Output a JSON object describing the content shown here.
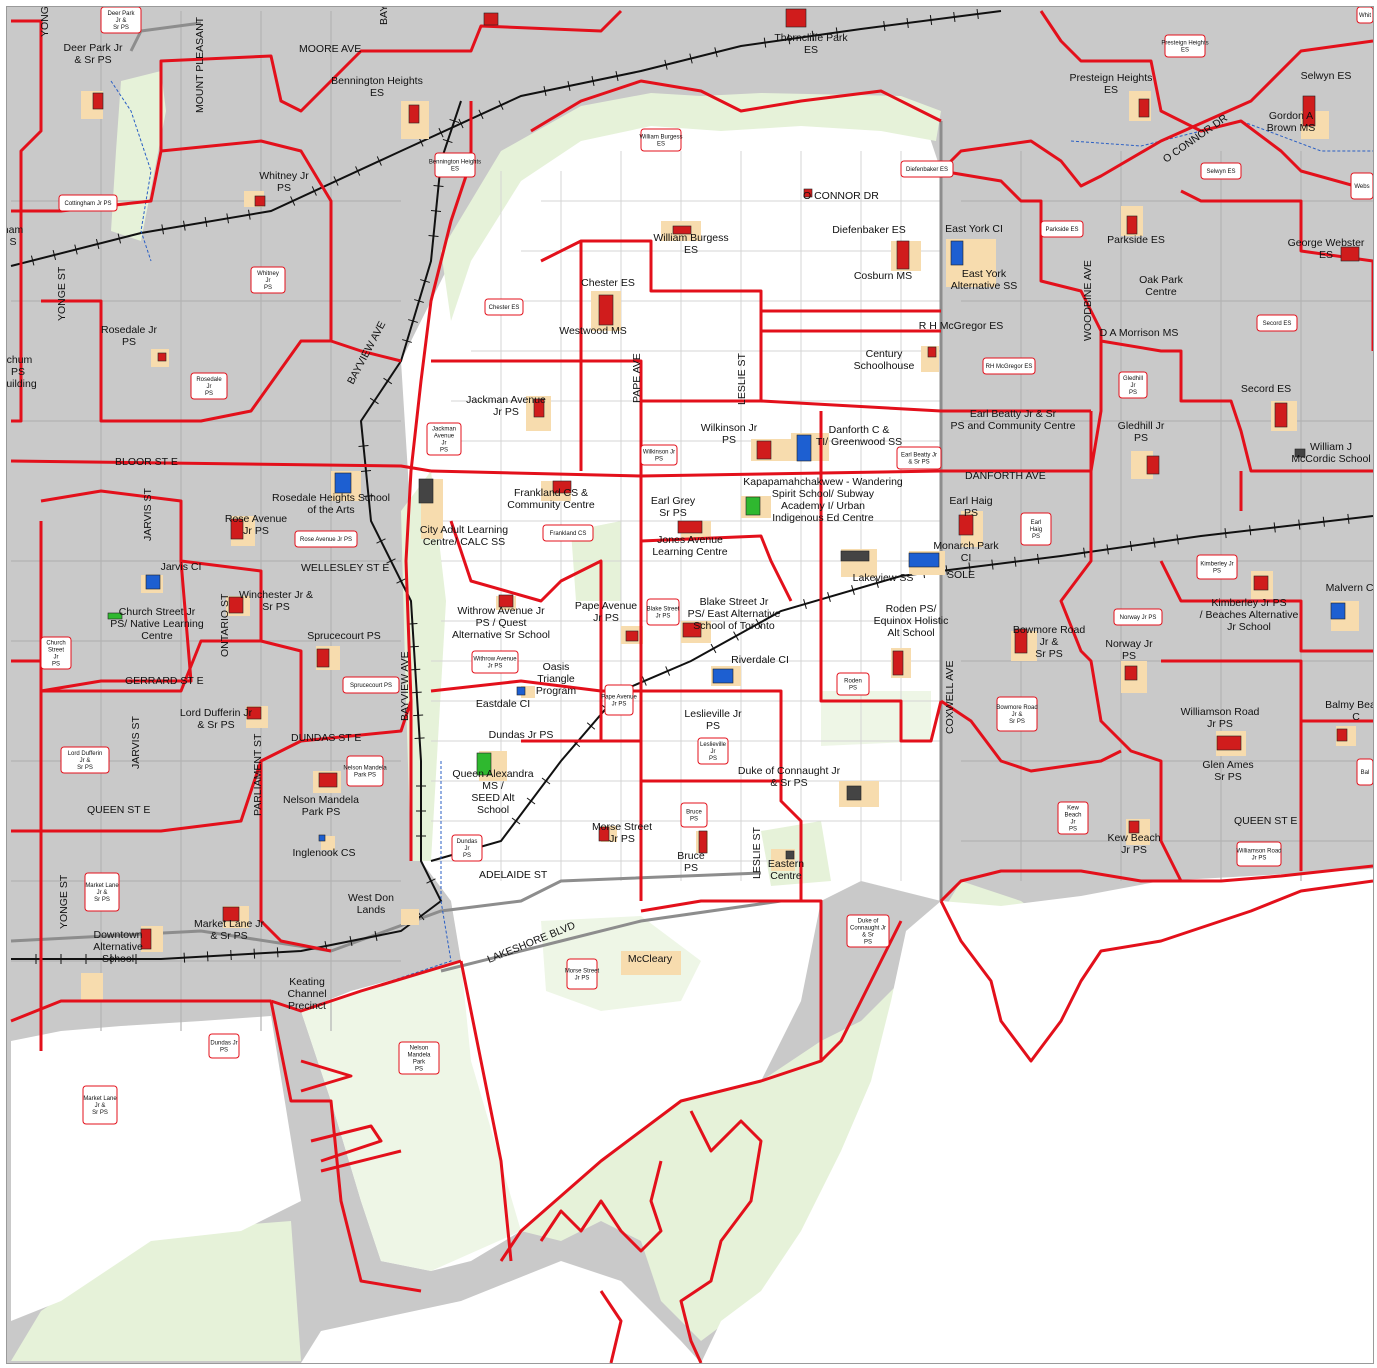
{
  "colors": {
    "outside": "#c9c9c9",
    "inside": "#ffffff",
    "park": "#e6f2d9",
    "park_dark": "#b9d6a3",
    "boundary": "#e3101b",
    "rail": "#111111",
    "water": "#ffffff",
    "school_site": "#f7dcae",
    "elementary": "#d01c1c",
    "secondary": "#1d5fd1",
    "alternative": "#2fb82f",
    "other": "#444444"
  },
  "streets": [
    {
      "text": "MOORE AVE"
    },
    {
      "text": "YONGE ST"
    },
    {
      "text": "YONGE ST"
    },
    {
      "text": "YONGE ST"
    },
    {
      "text": "MOUNT PLEASANT"
    },
    {
      "text": "BAYVIEW AVE"
    },
    {
      "text": "BAYVIEW AVE"
    },
    {
      "text": "BAY"
    },
    {
      "text": "BLOOR ST E"
    },
    {
      "text": "JARVIS ST"
    },
    {
      "text": "JARVIS ST"
    },
    {
      "text": "WELLESLEY ST E"
    },
    {
      "text": "ONTARIO ST"
    },
    {
      "text": "GERRARD ST E"
    },
    {
      "text": "PARLIAMENT ST"
    },
    {
      "text": "DUNDAS ST E"
    },
    {
      "text": "QUEEN ST E"
    },
    {
      "text": "ADELAIDE ST"
    },
    {
      "text": "LAKESHORE BLVD"
    },
    {
      "text": "O CONNOR DR"
    },
    {
      "text": "O CONNOR DR"
    },
    {
      "text": "PAPE AVE"
    },
    {
      "text": "LESLIE ST"
    },
    {
      "text": "LESLIE ST"
    },
    {
      "text": "DANFORTH AVE"
    },
    {
      "text": "WOODBINE AVE"
    },
    {
      "text": "COXWELL AVE"
    },
    {
      "text": "QUEEN ST E"
    },
    {
      "text": "SOLE"
    }
  ],
  "schools": [
    {
      "text": "Deer Park Jr & Sr PS"
    },
    {
      "text": "Thorncliffe Park ES"
    },
    {
      "text": "Bennington Heights ES"
    },
    {
      "text": "Whitney Jr PS"
    },
    {
      "text": "Rosedale Jr PS"
    },
    {
      "text": "Presteign Heights ES"
    },
    {
      "text": "Selwyn ES"
    },
    {
      "text": "Gordon A Brown MS"
    },
    {
      "text": "O CONNOR DR"
    },
    {
      "text": "William Burgess ES"
    },
    {
      "text": "Diefenbaker ES"
    },
    {
      "text": "Cosburn MS"
    },
    {
      "text": "East York CI"
    },
    {
      "text": "East York Alternative SS"
    },
    {
      "text": "Parkside ES"
    },
    {
      "text": "George Webster ES"
    },
    {
      "text": "Oak Park Centre"
    },
    {
      "text": "Chester ES"
    },
    {
      "text": "Westwood MS"
    },
    {
      "text": "R H McGregor ES"
    },
    {
      "text": "D A Morrison MS"
    },
    {
      "text": "Century Schoolhouse"
    },
    {
      "text": "Jackman Avenue Jr PS"
    },
    {
      "text": "Secord ES"
    },
    {
      "text": "Wilkinson Jr PS"
    },
    {
      "text": "Danforth C & TI/ Greenwood SS"
    },
    {
      "text": "Earl Beatty Jr & Sr PS and Community Centre"
    },
    {
      "text": "Gledhill Jr PS"
    },
    {
      "text": "William J McCordic School"
    },
    {
      "text": "Rosedale Heights School of the Arts"
    },
    {
      "text": "Frankland CS & Community Centre"
    },
    {
      "text": "Earl Grey Sr PS"
    },
    {
      "text": "Kapapamahchakwew - Wandering Spirit School/ Subway Academy I/ Urban Indigenous Ed Centre"
    },
    {
      "text": "Earl Haig PS"
    },
    {
      "text": "Rose Avenue Jr PS"
    },
    {
      "text": "City Adult Learning Centre/ CALC SS"
    },
    {
      "text": "Jones Avenue Learning Centre"
    },
    {
      "text": "Monarch Park CI"
    },
    {
      "text": "Lakeview SS"
    },
    {
      "text": "Jarvis CI"
    },
    {
      "text": "Winchester Jr & Sr PS"
    },
    {
      "text": "Church Street Jr PS/ Native Learning Centre"
    },
    {
      "text": "Withrow Avenue Jr PS / Quest Alternative Sr School"
    },
    {
      "text": "Pape Avenue Jr PS"
    },
    {
      "text": "Blake Street Jr PS/ East Alternative School of Toronto"
    },
    {
      "text": "Roden PS/ Equinox Holistic Alt School"
    },
    {
      "text": "Bowmore Road Jr & Sr PS"
    },
    {
      "text": "Norway Jr PS"
    },
    {
      "text": "Kimberley Jr PS / Beaches Alternative Jr School"
    },
    {
      "text": "Malvern CI"
    },
    {
      "text": "Sprucecourt PS"
    },
    {
      "text": "Oasis Triangle Program"
    },
    {
      "text": "Riverdale CI"
    },
    {
      "text": "Lord Dufferin Jr & Sr PS"
    },
    {
      "text": "Eastdale CI"
    },
    {
      "text": "Dundas Jr PS"
    },
    {
      "text": "Leslieville Jr PS"
    },
    {
      "text": "Williamson Road Jr PS"
    },
    {
      "text": "Balmy Beach C"
    },
    {
      "text": "Queen Alexandra MS / SEED Alt School"
    },
    {
      "text": "Nelson Mandela Park PS"
    },
    {
      "text": "Duke of Connaught Jr & Sr PS"
    },
    {
      "text": "Glen Ames Sr PS"
    },
    {
      "text": "Morse Street Jr PS"
    },
    {
      "text": "Bruce PS"
    },
    {
      "text": "Eastern Centre"
    },
    {
      "text": "Kew Beach Jr PS"
    },
    {
      "text": "Inglenook CS"
    },
    {
      "text": "West Don Lands"
    },
    {
      "text": "Downtown Alternative School"
    },
    {
      "text": "Market Lane Jr & Sr PS"
    },
    {
      "text": "McCleary"
    },
    {
      "text": "Keating Channel Precinct"
    },
    {
      "text": "ham S"
    },
    {
      "text": "tchum PS Building"
    }
  ],
  "boxes": [
    {
      "text": "Deer Park Jr & Sr PS"
    },
    {
      "text": "Presteign Heights ES"
    },
    {
      "text": "William Burgess ES"
    },
    {
      "text": "Bennington Heights ES"
    },
    {
      "text": "Cottingham Jr PS"
    },
    {
      "text": "Diefenbaker ES"
    },
    {
      "text": "Selwyn ES"
    },
    {
      "text": "Parkside ES"
    },
    {
      "text": "Whitney Jr PS"
    },
    {
      "text": "Chester ES"
    },
    {
      "text": "Secord ES"
    },
    {
      "text": "Rosedale Jr PS"
    },
    {
      "text": "RH McGregor ES"
    },
    {
      "text": "Gledhill Jr PS"
    },
    {
      "text": "Jackman Avenue Jr PS"
    },
    {
      "text": "Wilkinson Jr PS"
    },
    {
      "text": "Earl Beatty Jr & Sr PS"
    },
    {
      "text": "Rose Avenue Jr PS"
    },
    {
      "text": "Frankland CS"
    },
    {
      "text": "Earl Haig PS"
    },
    {
      "text": "Kimberley Jr PS"
    },
    {
      "text": "Church Street Jr PS"
    },
    {
      "text": "Blake Street Jr PS"
    },
    {
      "text": "Norway Jr PS"
    },
    {
      "text": "Withrow Avenue Jr PS"
    },
    {
      "text": "Sprucecourt PS"
    },
    {
      "text": "Pape Avenue Jr PS"
    },
    {
      "text": "Roden PS"
    },
    {
      "text": "Bowmore Road Jr & Sr PS"
    },
    {
      "text": "Lord Dufferin Jr & Sr PS"
    },
    {
      "text": "Leslieville Jr PS"
    },
    {
      "text": "Nelson Mandela Park PS"
    },
    {
      "text": "Bruce PS"
    },
    {
      "text": "Kew Beach Jr PS"
    },
    {
      "text": "Dundas Jr PS"
    },
    {
      "text": "Williamson Road Jr PS"
    },
    {
      "text": "Market Lane Jr & Sr PS"
    },
    {
      "text": "Duke of Connaught Jr & Sr PS"
    },
    {
      "text": "Morse Street Jr PS"
    },
    {
      "text": "Dundas Jr PS"
    },
    {
      "text": "Nelson Mandela Park PS"
    },
    {
      "text": "Market Lane Jr & Sr PS"
    },
    {
      "text": "Webs"
    },
    {
      "text": "Whit"
    },
    {
      "text": "Bal"
    }
  ]
}
